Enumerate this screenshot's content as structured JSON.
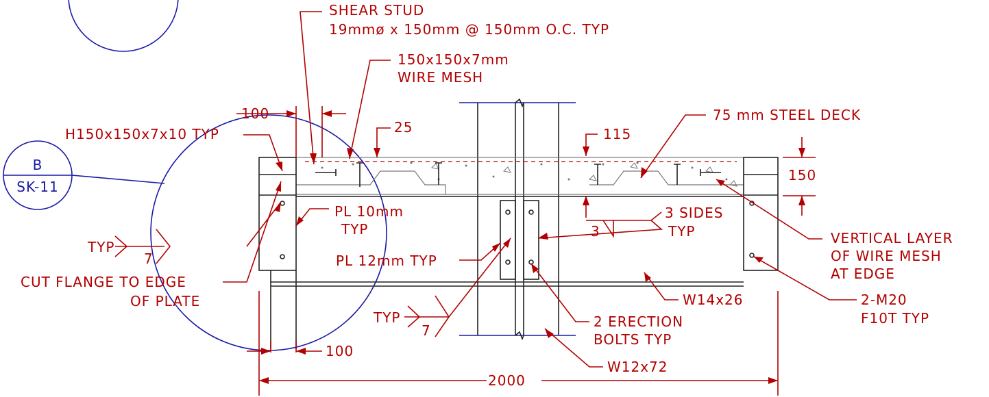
{
  "labels": {
    "shear_stud_line1": "SHEAR STUD",
    "shear_stud_line2": "19mmø x 150mm @ 150mm O.C. TYP",
    "wire_mesh_line1": "150x150x7mm",
    "wire_mesh_line2": "WIRE MESH",
    "steel_deck": "75 mm STEEL DECK",
    "dim_100_top": "100",
    "dim_25": "25",
    "dim_115": "115",
    "dim_150": "150",
    "h_section": "H150x150x7x10 TYP",
    "plate_10_line1": "PL 10mm",
    "plate_10_line2": "TYP",
    "plate_12": "PL 12mm TYP",
    "weld_3_sides_line1": "3 SIDES",
    "weld_3_sides_line2": "TYP",
    "weld_3_size": "3",
    "vertical_mesh_line1": "VERTICAL LAYER",
    "vertical_mesh_line2": "OF WIRE MESH",
    "vertical_mesh_line3": "AT EDGE",
    "weld_typ_left": "TYP",
    "weld_7_left": "7",
    "cut_flange_line1": "CUT FLANGE TO EDGE",
    "cut_flange_line2": "OF PLATE",
    "beam_w14": "W14x26",
    "bolts_m20_line1": "2-M20",
    "bolts_m20_line2": "F10T TYP",
    "erection_bolts_line1": "2 ERECTION",
    "erection_bolts_line2": "BOLTS TYP",
    "weld_typ_center": "TYP",
    "weld_7_center": "7",
    "dim_100_bottom": "100",
    "column_w12": "W12x72",
    "dim_2000": "2000"
  },
  "detail_tag": {
    "letter": "B",
    "sheet": "SK-11"
  },
  "colors": {
    "annotation": "#b30000",
    "detail_callout": "#1a1aa6",
    "steel": "#222222",
    "concrete": "#777777"
  }
}
